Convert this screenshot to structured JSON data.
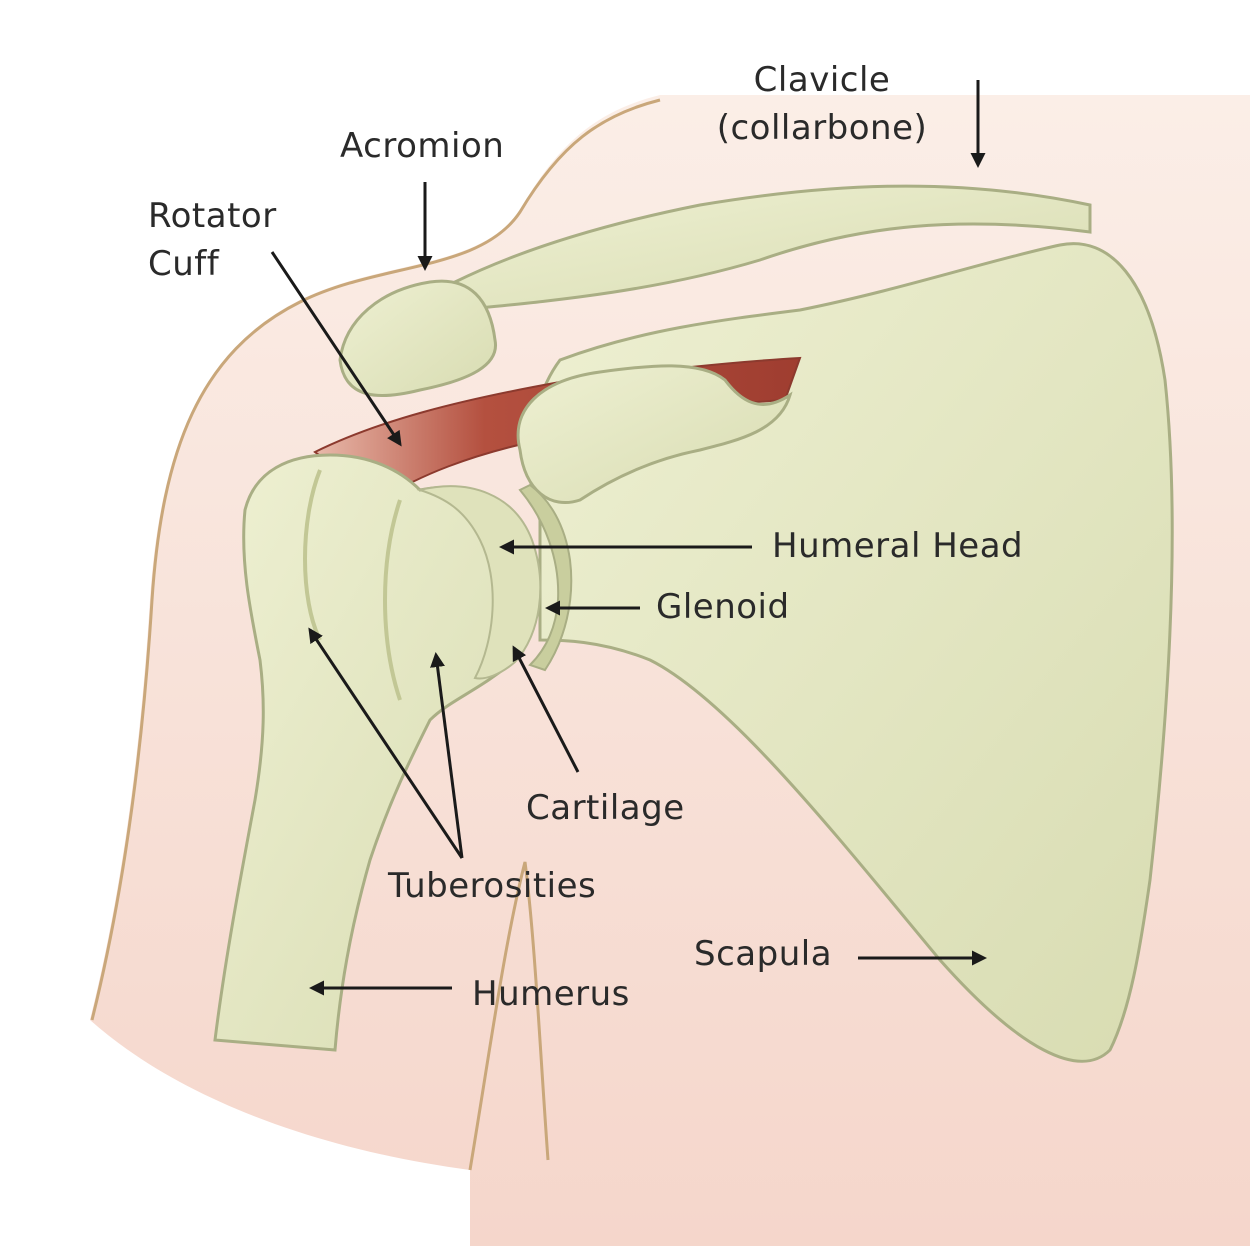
{
  "labels": {
    "clavicle": {
      "line1": "Clavicle",
      "line2": "(collarbone)"
    },
    "acromion": "Acromion",
    "rotator_cuff": {
      "line1": "Rotator",
      "line2": "Cuff"
    },
    "humeral_head": "Humeral Head",
    "glenoid": "Glenoid",
    "cartilage": "Cartilage",
    "tuberosities": "Tuberosities",
    "scapula": "Scapula",
    "humerus": "Humerus"
  },
  "colors": {
    "skin": "#f6ddd3",
    "skin_outline": "#c9a77a",
    "bone": "#e6e8c4",
    "bone_shade": "#c9ce9e",
    "bone_outline": "#a9ae84",
    "muscle": "#b04a3c",
    "cartilage": "#d3d7ad",
    "arrow": "#1a1a1a"
  }
}
